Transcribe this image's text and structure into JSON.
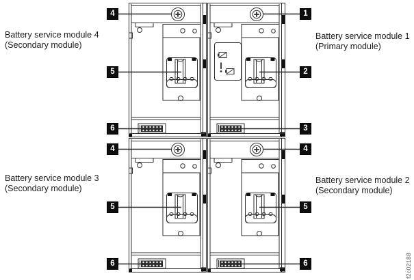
{
  "figure": {
    "id_text": "f2c02188"
  },
  "modules": [
    {
      "key": "module-4",
      "position": "top-left",
      "title": "Battery service module 4",
      "subtitle": "(Secondary module)",
      "callouts": {
        "screw": "4",
        "latch": "5",
        "connector": "6"
      }
    },
    {
      "key": "module-1",
      "position": "top-right",
      "title": "Battery service module 1",
      "subtitle": "(Primary module)",
      "callouts": {
        "screw": "1",
        "latch": "2",
        "connector": "3"
      }
    },
    {
      "key": "module-3",
      "position": "bottom-left",
      "title": "Battery service module 3",
      "subtitle": "(Secondary module)",
      "callouts": {
        "screw": "4",
        "latch": "5",
        "connector": "6"
      }
    },
    {
      "key": "module-2",
      "position": "bottom-right",
      "title": "Battery service module 2",
      "subtitle": "(Secondary module)",
      "callouts": {
        "screw": "4",
        "latch": "5",
        "connector": "6"
      }
    }
  ]
}
